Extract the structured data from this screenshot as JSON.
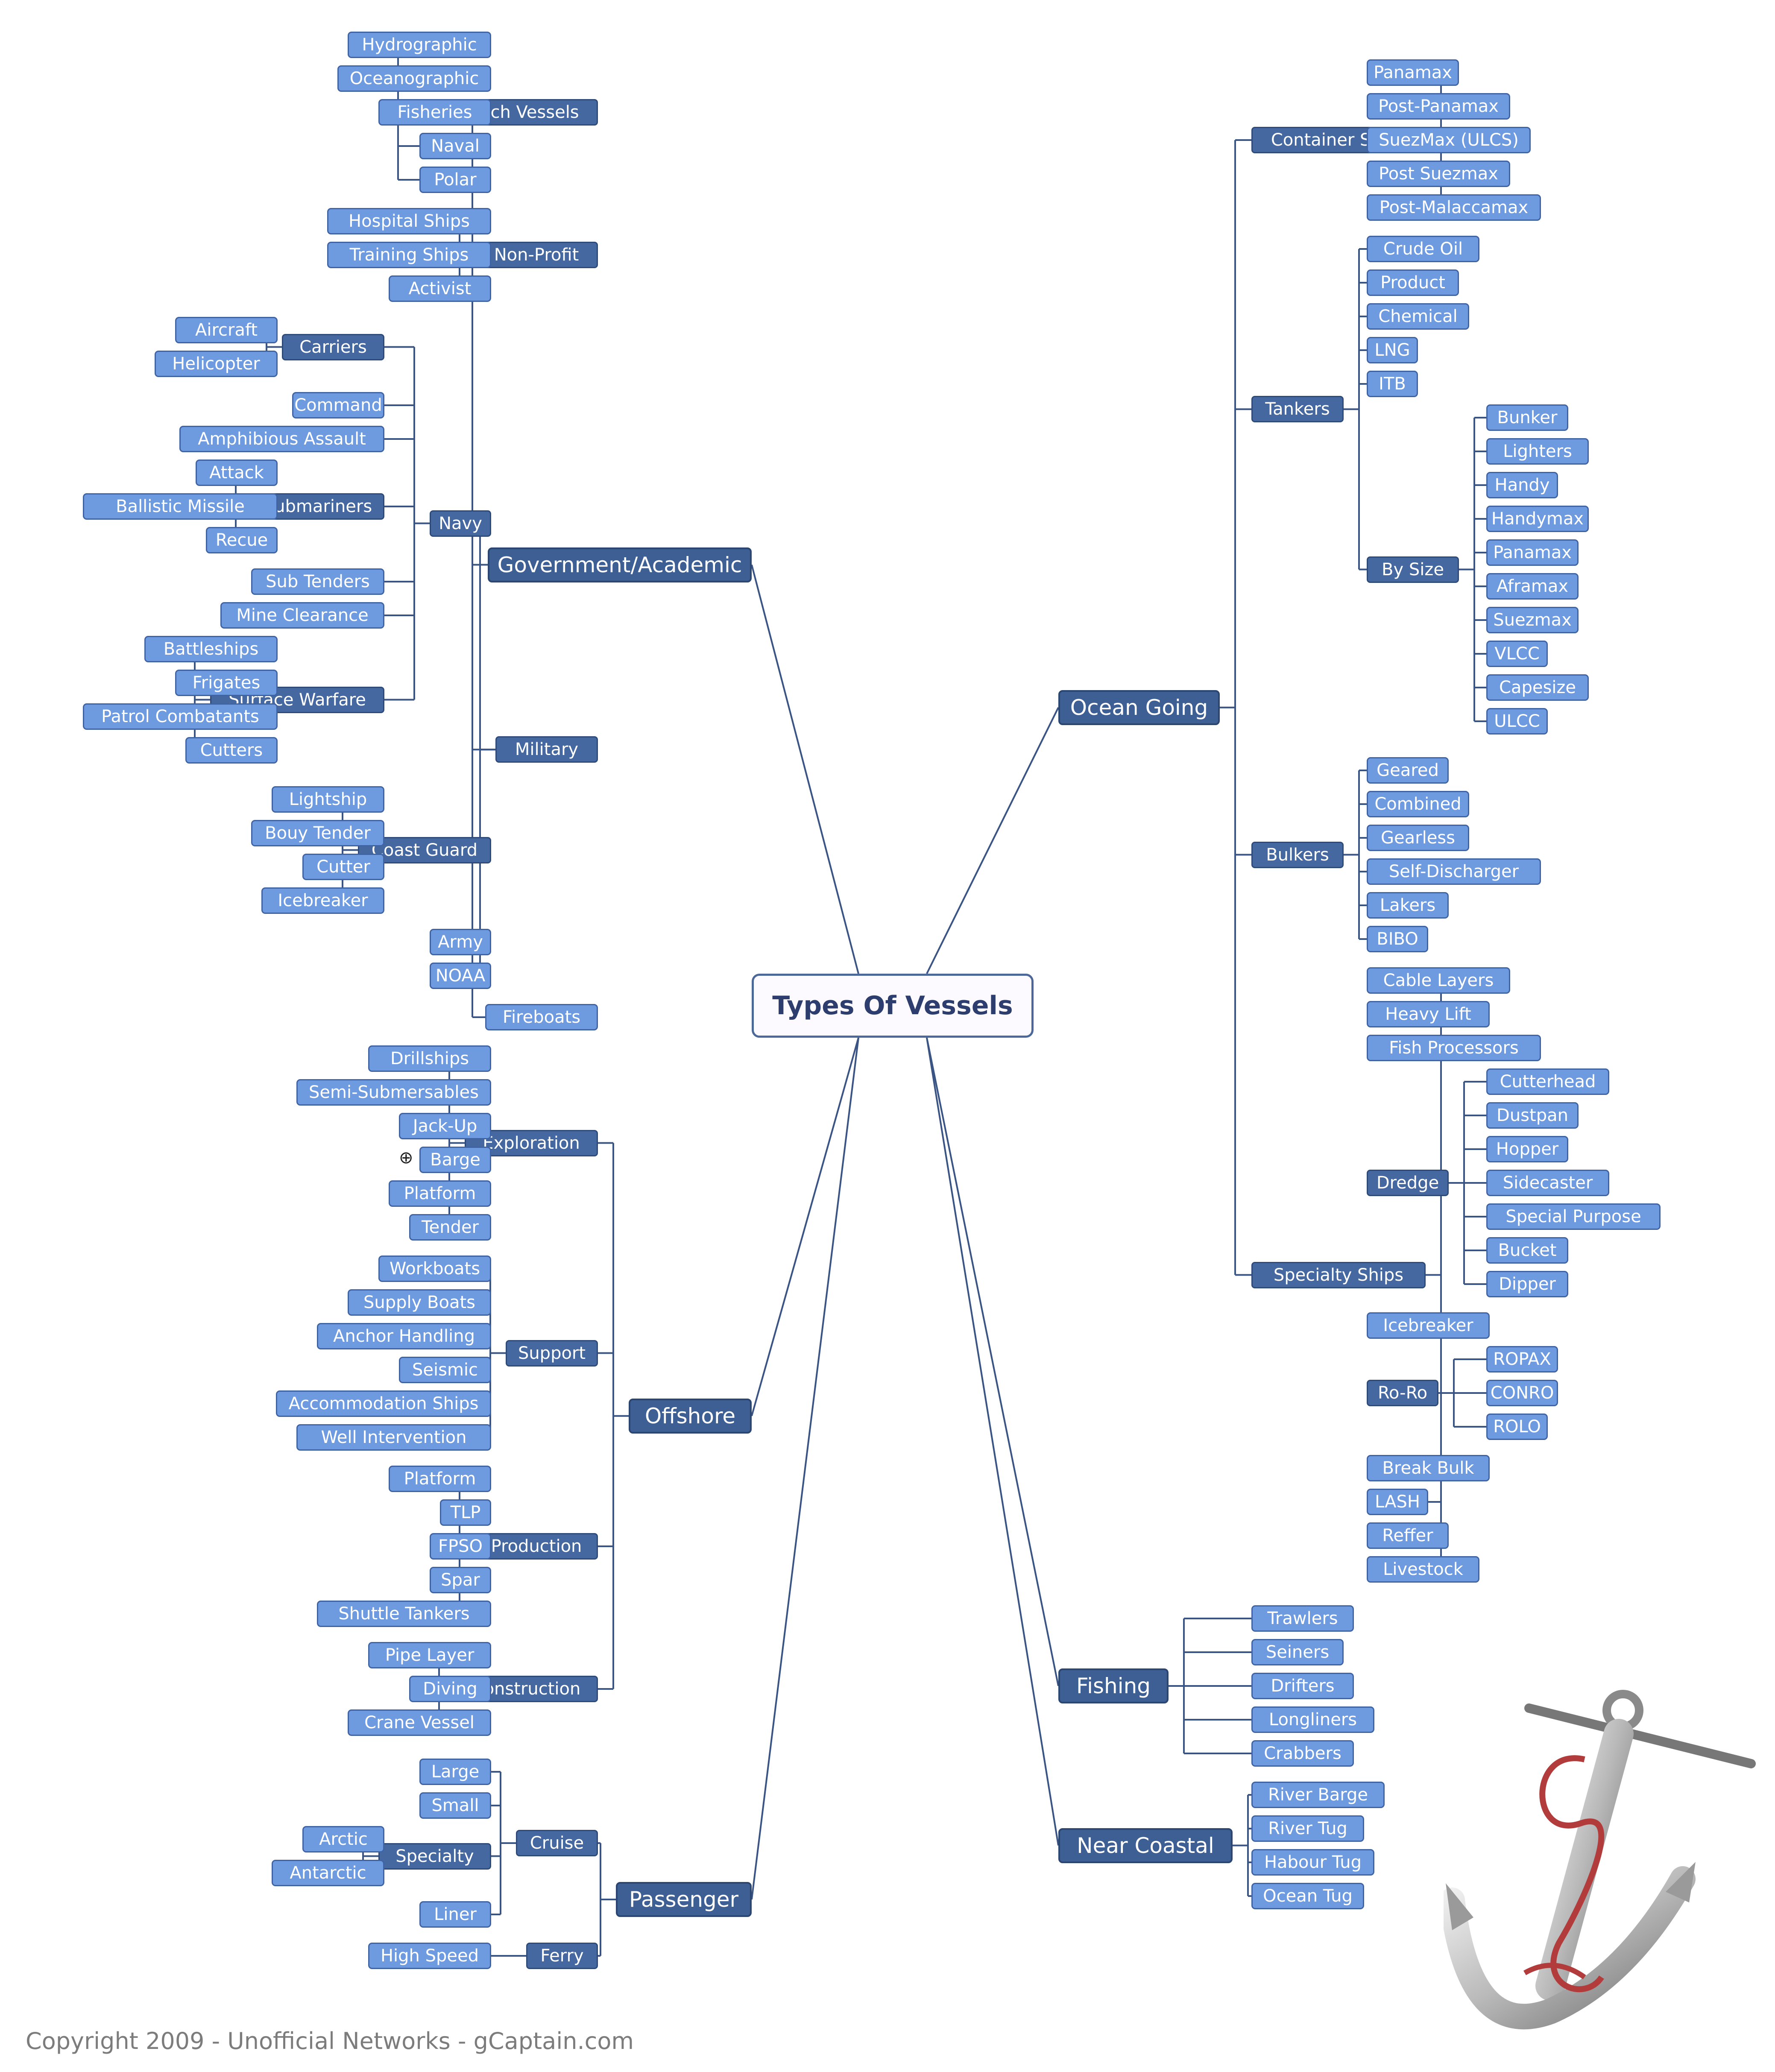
{
  "root": "Types Of Vessels",
  "copyright": "Copyright 2009 - Unofficial Networks - gCaptain.com",
  "colors": {
    "node_fill": "#6e9ae0",
    "branch_fill": "#4568a1",
    "edge": "#3a5483",
    "root_border": "#4b6899"
  },
  "tree": {
    "right": [
      {
        "label": "Ocean Going",
        "children": [
          {
            "label": "Container Ships",
            "children": [
              {
                "label": "Panamax"
              },
              {
                "label": "Post-Panamax"
              },
              {
                "label": "SuezMax (ULCS)"
              },
              {
                "label": "Post Suezmax"
              },
              {
                "label": "Post-Malaccamax"
              }
            ]
          },
          {
            "label": "Tankers",
            "children": [
              {
                "label": "Crude Oil"
              },
              {
                "label": "Product"
              },
              {
                "label": "Chemical"
              },
              {
                "label": "LNG"
              },
              {
                "label": "ITB"
              },
              {
                "label": "By Size",
                "children": [
                  {
                    "label": "Bunker"
                  },
                  {
                    "label": "Lighters"
                  },
                  {
                    "label": "Handy"
                  },
                  {
                    "label": "Handymax"
                  },
                  {
                    "label": "Panamax"
                  },
                  {
                    "label": "Aframax"
                  },
                  {
                    "label": "Suezmax"
                  },
                  {
                    "label": "VLCC"
                  },
                  {
                    "label": "Capesize"
                  },
                  {
                    "label": "ULCC"
                  }
                ]
              }
            ]
          },
          {
            "label": "Bulkers",
            "children": [
              {
                "label": "Geared"
              },
              {
                "label": "Combined"
              },
              {
                "label": "Gearless"
              },
              {
                "label": "Self-Discharger"
              },
              {
                "label": "Lakers"
              },
              {
                "label": "BIBO"
              }
            ]
          },
          {
            "label": "Specialty Ships",
            "children": [
              {
                "label": "Cable Layers"
              },
              {
                "label": "Heavy Lift"
              },
              {
                "label": "Fish Processors"
              },
              {
                "label": "Dredge",
                "children": [
                  {
                    "label": "Cutterhead"
                  },
                  {
                    "label": "Dustpan"
                  },
                  {
                    "label": "Hopper"
                  },
                  {
                    "label": "Sidecaster"
                  },
                  {
                    "label": "Special Purpose"
                  },
                  {
                    "label": "Bucket"
                  },
                  {
                    "label": "Dipper"
                  }
                ]
              },
              {
                "label": "Icebreaker"
              },
              {
                "label": "Ro-Ro",
                "children": [
                  {
                    "label": "ROPAX"
                  },
                  {
                    "label": "CONRO"
                  },
                  {
                    "label": "ROLO"
                  }
                ]
              },
              {
                "label": "Break Bulk"
              },
              {
                "label": "LASH"
              },
              {
                "label": "Reffer"
              },
              {
                "label": "Livestock"
              }
            ]
          }
        ]
      },
      {
        "label": "Fishing",
        "children": [
          {
            "label": "Trawlers"
          },
          {
            "label": "Seiners"
          },
          {
            "label": "Drifters"
          },
          {
            "label": "Longliners"
          },
          {
            "label": "Crabbers"
          }
        ]
      },
      {
        "label": "Near Coastal",
        "children": [
          {
            "label": "River Barge"
          },
          {
            "label": "River Tug"
          },
          {
            "label": "Habour Tug"
          },
          {
            "label": "Ocean Tug"
          }
        ]
      }
    ],
    "left": [
      {
        "label": "Government/Academic",
        "children": [
          {
            "label": "Research Vessels",
            "children": [
              {
                "label": "Hydrographic"
              },
              {
                "label": "Oceanographic"
              },
              {
                "label": "Fisheries"
              },
              {
                "label": "Naval"
              },
              {
                "label": "Polar"
              }
            ]
          },
          {
            "label": "Non-Profit",
            "children": [
              {
                "label": "Hospital Ships"
              },
              {
                "label": "Training Ships"
              },
              {
                "label": "Activist"
              }
            ]
          },
          {
            "label": "Military",
            "children": [
              {
                "label": "Navy",
                "children": [
                  {
                    "label": "Carriers",
                    "children": [
                      {
                        "label": "Aircraft"
                      },
                      {
                        "label": "Helicopter"
                      }
                    ]
                  },
                  {
                    "label": "Command"
                  },
                  {
                    "label": "Amphibious Assault"
                  },
                  {
                    "label": "Submariners",
                    "children": [
                      {
                        "label": "Attack"
                      },
                      {
                        "label": "Ballistic Missile"
                      },
                      {
                        "label": "Recue"
                      }
                    ]
                  },
                  {
                    "label": "Sub Tenders"
                  },
                  {
                    "label": "Mine Clearance"
                  },
                  {
                    "label": "Surface Warfare",
                    "children": [
                      {
                        "label": "Battleships"
                      },
                      {
                        "label": "Frigates"
                      },
                      {
                        "label": "Patrol Combatants"
                      },
                      {
                        "label": "Cutters"
                      }
                    ]
                  }
                ]
              },
              {
                "label": "Coast Guard",
                "children": [
                  {
                    "label": "Lightship"
                  },
                  {
                    "label": "Bouy Tender"
                  },
                  {
                    "label": "Cutter"
                  },
                  {
                    "label": "Icebreaker"
                  }
                ]
              },
              {
                "label": "Army"
              },
              {
                "label": "NOAA"
              }
            ]
          },
          {
            "label": "Fireboats"
          }
        ]
      },
      {
        "label": "Offshore",
        "children": [
          {
            "label": "Exploration",
            "children": [
              {
                "label": "Drillships"
              },
              {
                "label": "Semi-Submersables"
              },
              {
                "label": "Jack-Up"
              },
              {
                "label": "Barge",
                "collapsed": true
              },
              {
                "label": "Platform"
              },
              {
                "label": "Tender"
              }
            ]
          },
          {
            "label": "Support",
            "children": [
              {
                "label": "Workboats"
              },
              {
                "label": "Supply Boats"
              },
              {
                "label": "Anchor Handling"
              },
              {
                "label": "Seismic"
              },
              {
                "label": "Accommodation Ships"
              },
              {
                "label": "Well Intervention"
              }
            ]
          },
          {
            "label": "Production",
            "children": [
              {
                "label": "Platform"
              },
              {
                "label": "TLP"
              },
              {
                "label": "FPSO"
              },
              {
                "label": "Spar"
              },
              {
                "label": "Shuttle Tankers"
              }
            ]
          },
          {
            "label": "Construction",
            "children": [
              {
                "label": "Pipe Layer"
              },
              {
                "label": "Diving"
              },
              {
                "label": "Crane Vessel"
              }
            ]
          }
        ]
      },
      {
        "label": "Passenger",
        "children": [
          {
            "label": "Cruise",
            "children": [
              {
                "label": "Large"
              },
              {
                "label": "Small"
              },
              {
                "label": "Specialty",
                "children": [
                  {
                    "label": "Arctic"
                  },
                  {
                    "label": "Antarctic"
                  }
                ]
              },
              {
                "label": "Liner"
              }
            ]
          },
          {
            "label": "Ferry",
            "children": [
              {
                "label": "High Speed"
              }
            ]
          }
        ]
      }
    ]
  }
}
